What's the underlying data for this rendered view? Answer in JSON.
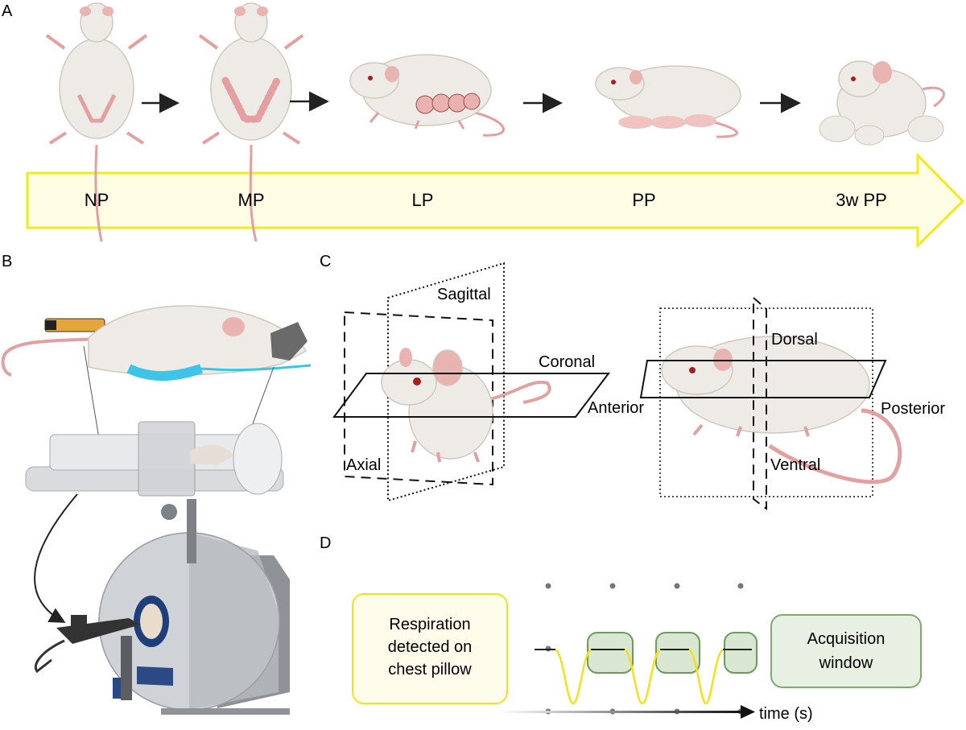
{
  "panels": {
    "a": "A",
    "b": "B",
    "c": "C",
    "d": "D"
  },
  "timeline": {
    "stages": [
      "NP",
      "MP",
      "LP",
      "PP",
      "3w PP"
    ],
    "arrow_fill": "#fdfde3",
    "arrow_stroke": "#f2ea1c"
  },
  "planes": {
    "sagittal": "Sagittal",
    "coronal": "Coronal",
    "axial": "Axial",
    "anterior": "Anterior",
    "dorsal": "Dorsal",
    "ventral": "Ventral",
    "posterior": "Posterior"
  },
  "gating": {
    "respiration_box": [
      "Respiration",
      "detected on",
      "chest pillow"
    ],
    "acquisition_box": [
      "Acquisition",
      "window"
    ],
    "time_axis": "time (s)",
    "respiration_color": "#f2e21c",
    "acquisition_color": "#6b9c5e"
  },
  "colors": {
    "mouse_body": "#eeebe6",
    "mouse_shade": "#d9d3c9",
    "mouse_pink": "#e3a0a0",
    "pillow": "#3ec4e6",
    "scanner": "#cfd2d6"
  }
}
